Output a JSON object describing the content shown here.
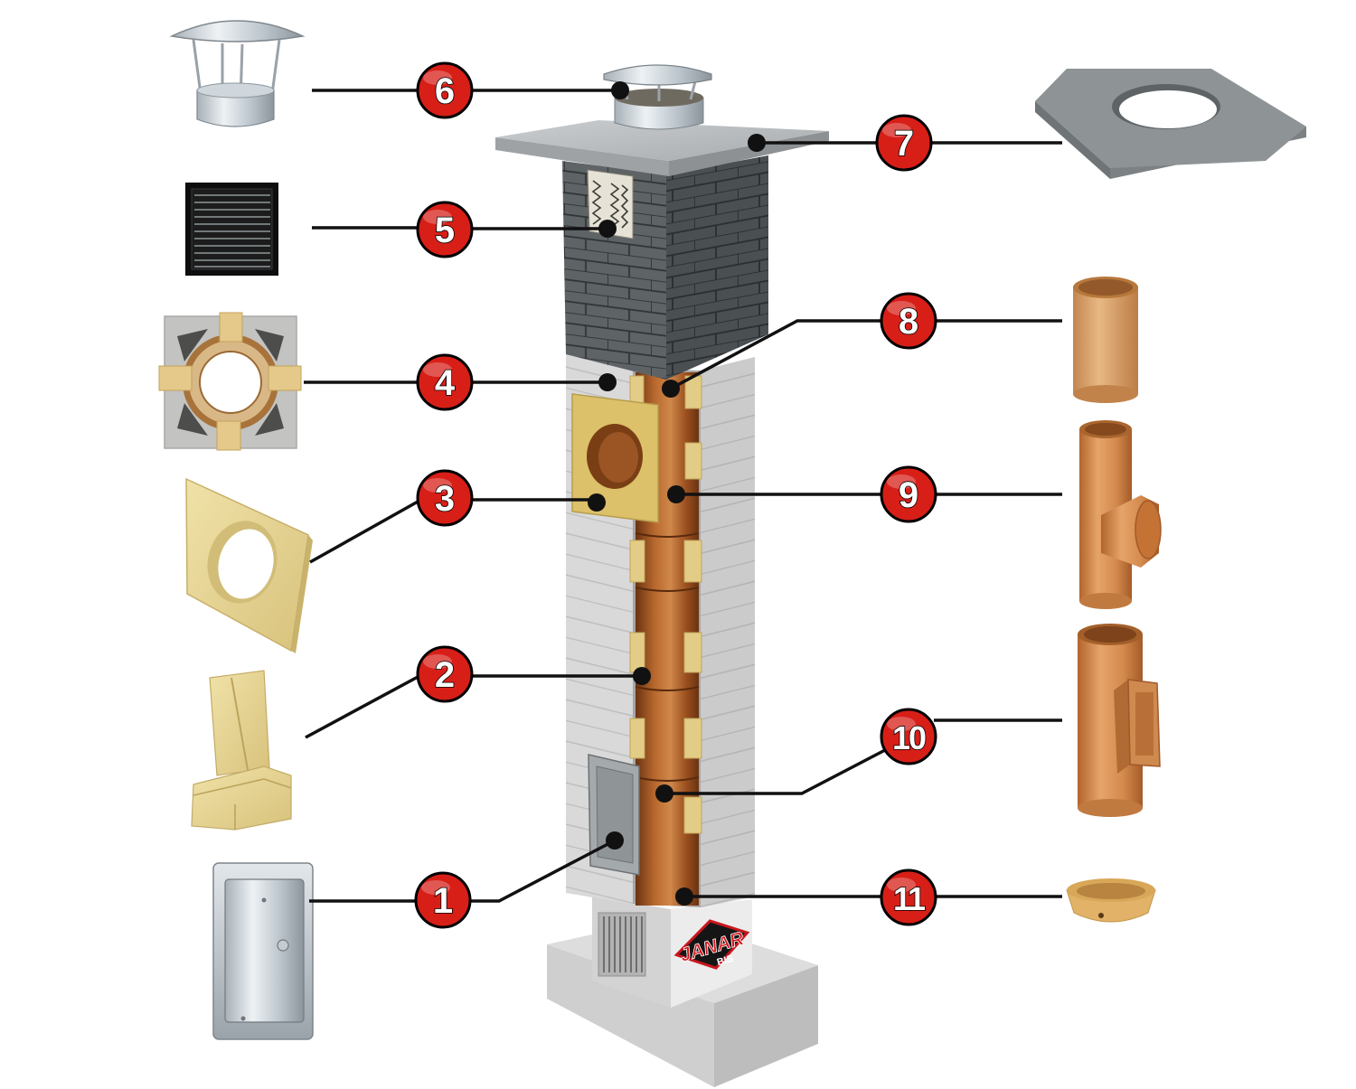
{
  "callouts": [
    {
      "label": "1"
    },
    {
      "label": "2"
    },
    {
      "label": "3"
    },
    {
      "label": "4"
    },
    {
      "label": "5"
    },
    {
      "label": "6"
    },
    {
      "label": "7"
    },
    {
      "label": "8"
    },
    {
      "label": "9"
    },
    {
      "label": "10"
    },
    {
      "label": "11"
    }
  ],
  "logo": {
    "brand": "JANAR",
    "suffix": "BIS"
  },
  "colors": {
    "callout_fill": "#d71f18",
    "callout_stroke": "#000000",
    "leader_line": "#111111",
    "flue_liner": "#b8682e",
    "insulation": "#e3cc86",
    "brick": "#5e6366",
    "concrete": "#d9d9d9"
  }
}
